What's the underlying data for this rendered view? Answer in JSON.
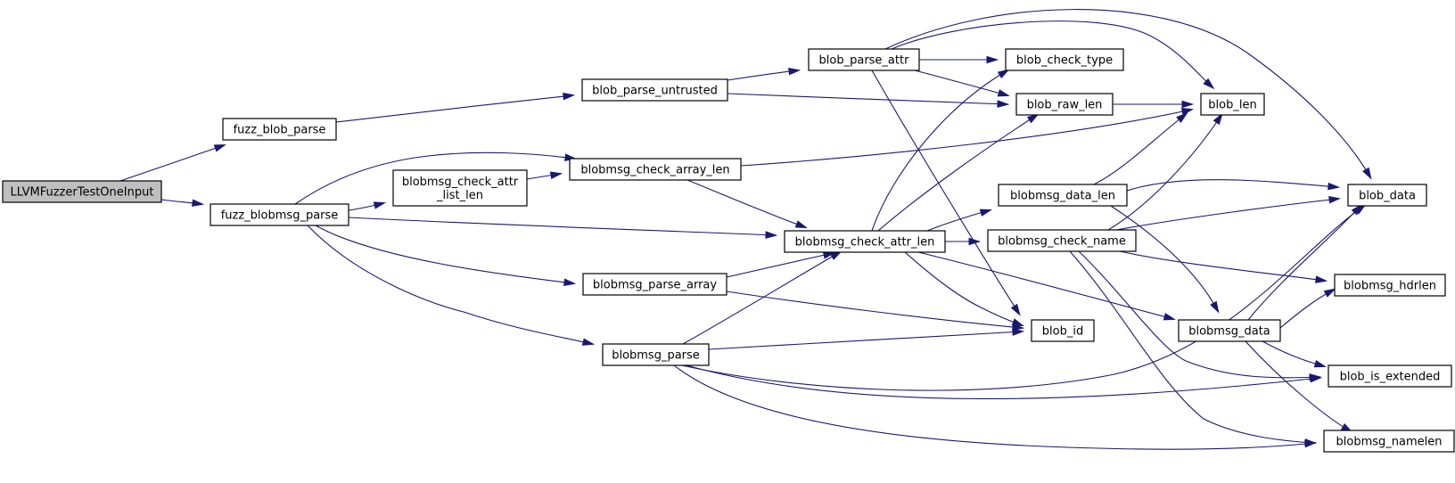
{
  "diagram": {
    "colors": {
      "edge": "#191970",
      "node_fill": "#ffffff",
      "root_fill": "#bfbfbf",
      "node_border": "#000000"
    },
    "nodes": [
      {
        "id": "llvm",
        "lines": [
          "LLVMFuzzerTestOneInput"
        ],
        "root": true
      },
      {
        "id": "fuzz_blob_parse",
        "lines": [
          "fuzz_blob_parse"
        ]
      },
      {
        "id": "fuzz_blobmsg_parse",
        "lines": [
          "fuzz_blobmsg_parse"
        ]
      },
      {
        "id": "blob_parse_untrusted",
        "lines": [
          "blob_parse_untrusted"
        ]
      },
      {
        "id": "blobmsg_check_attr_list_len",
        "lines": [
          "blobmsg_check_attr",
          "_list_len"
        ]
      },
      {
        "id": "blobmsg_check_array_len",
        "lines": [
          "blobmsg_check_array_len"
        ]
      },
      {
        "id": "blobmsg_parse_array",
        "lines": [
          "blobmsg_parse_array"
        ]
      },
      {
        "id": "blobmsg_parse",
        "lines": [
          "blobmsg_parse"
        ]
      },
      {
        "id": "blob_parse_attr",
        "lines": [
          "blob_parse_attr"
        ]
      },
      {
        "id": "blobmsg_check_attr_len",
        "lines": [
          "blobmsg_check_attr_len"
        ]
      },
      {
        "id": "blob_check_type",
        "lines": [
          "blob_check_type"
        ]
      },
      {
        "id": "blob_raw_len",
        "lines": [
          "blob_raw_len"
        ]
      },
      {
        "id": "blobmsg_data_len",
        "lines": [
          "blobmsg_data_len"
        ]
      },
      {
        "id": "blobmsg_check_name",
        "lines": [
          "blobmsg_check_name"
        ]
      },
      {
        "id": "blob_id",
        "lines": [
          "blob_id"
        ]
      },
      {
        "id": "blobmsg_data",
        "lines": [
          "blobmsg_data"
        ]
      },
      {
        "id": "blob_len",
        "lines": [
          "blob_len"
        ]
      },
      {
        "id": "blob_data",
        "lines": [
          "blob_data"
        ]
      },
      {
        "id": "blobmsg_hdrlen",
        "lines": [
          "blobmsg_hdrlen"
        ]
      },
      {
        "id": "blob_is_extended",
        "lines": [
          "blob_is_extended"
        ]
      },
      {
        "id": "blobmsg_namelen",
        "lines": [
          "blobmsg_namelen"
        ]
      }
    ],
    "edges": [
      {
        "id": "llvm-fbp",
        "from": "llvm",
        "to": "fuzz_blob_parse"
      },
      {
        "id": "llvm-fbmp",
        "from": "llvm",
        "to": "fuzz_blobmsg_parse"
      },
      {
        "id": "fbp-bpu",
        "from": "fuzz_blob_parse",
        "to": "blob_parse_untrusted"
      },
      {
        "id": "bpu-bpa",
        "from": "blob_parse_untrusted",
        "to": "blob_parse_attr"
      },
      {
        "id": "bpu-brl",
        "from": "blob_parse_untrusted",
        "to": "blob_raw_len"
      },
      {
        "id": "bpa-bct",
        "from": "blob_parse_attr",
        "to": "blob_check_type"
      },
      {
        "id": "bpa-brl",
        "from": "blob_parse_attr",
        "to": "blob_raw_len"
      },
      {
        "id": "bpa-bl",
        "from": "blob_parse_attr",
        "to": "blob_len"
      },
      {
        "id": "bpa-bd",
        "from": "blob_parse_attr",
        "to": "blob_data"
      },
      {
        "id": "bpa-bid",
        "from": "blob_parse_attr",
        "to": "blob_id"
      },
      {
        "id": "brl-bl",
        "from": "blob_raw_len",
        "to": "blob_len"
      },
      {
        "id": "fbmp-bcal",
        "from": "fuzz_blobmsg_parse",
        "to": "blobmsg_check_array_len"
      },
      {
        "id": "fbmp-bcall",
        "from": "fuzz_blobmsg_parse",
        "to": "blobmsg_check_attr_list_len"
      },
      {
        "id": "fbmp-bcatl",
        "from": "fuzz_blobmsg_parse",
        "to": "blobmsg_check_attr_len"
      },
      {
        "id": "fbmp-bmpa",
        "from": "fuzz_blobmsg_parse",
        "to": "blobmsg_parse_array"
      },
      {
        "id": "fbmp-bmp",
        "from": "fuzz_blobmsg_parse",
        "to": "blobmsg_parse"
      },
      {
        "id": "bcall-bcal",
        "from": "blobmsg_check_attr_list_len",
        "to": "blobmsg_check_array_len"
      },
      {
        "id": "bcal-bl",
        "from": "blobmsg_check_array_len",
        "to": "blob_len"
      },
      {
        "id": "bcal-bcatl",
        "from": "blobmsg_check_array_len",
        "to": "blobmsg_check_attr_len"
      },
      {
        "id": "bcatl-bct",
        "from": "blobmsg_check_attr_len",
        "to": "blob_check_type"
      },
      {
        "id": "bcatl-brl",
        "from": "blobmsg_check_attr_len",
        "to": "blob_raw_len"
      },
      {
        "id": "bcatl-bmdl",
        "from": "blobmsg_check_attr_len",
        "to": "blobmsg_data_len"
      },
      {
        "id": "bcatl-bmcn",
        "from": "blobmsg_check_attr_len",
        "to": "blobmsg_check_name"
      },
      {
        "id": "bcatl-bid",
        "from": "blobmsg_check_attr_len",
        "to": "blob_id"
      },
      {
        "id": "bcatl-bmd",
        "from": "blobmsg_check_attr_len",
        "to": "blobmsg_data"
      },
      {
        "id": "bmpa-bcatl",
        "from": "blobmsg_parse_array",
        "to": "blobmsg_check_attr_len"
      },
      {
        "id": "bmpa-bid",
        "from": "blobmsg_parse_array",
        "to": "blob_id"
      },
      {
        "id": "bmp-bcatl",
        "from": "blobmsg_parse",
        "to": "blobmsg_check_attr_len"
      },
      {
        "id": "bmp-bid",
        "from": "blobmsg_parse",
        "to": "blob_id"
      },
      {
        "id": "bmp-bd",
        "from": "blobmsg_parse",
        "to": "blob_data"
      },
      {
        "id": "bmp-bie",
        "from": "blobmsg_parse",
        "to": "blob_is_extended"
      },
      {
        "id": "bmp-bmnl",
        "from": "blobmsg_parse",
        "to": "blobmsg_namelen"
      },
      {
        "id": "bmdl-bl",
        "from": "blobmsg_data_len",
        "to": "blob_len"
      },
      {
        "id": "bmdl-bd",
        "from": "blobmsg_data_len",
        "to": "blob_data"
      },
      {
        "id": "bmdl-bmd",
        "from": "blobmsg_data_len",
        "to": "blobmsg_data"
      },
      {
        "id": "bmcn-bl",
        "from": "blobmsg_check_name",
        "to": "blob_len"
      },
      {
        "id": "bmcn-bd",
        "from": "blobmsg_check_name",
        "to": "blob_data"
      },
      {
        "id": "bmcn-bmhl",
        "from": "blobmsg_check_name",
        "to": "blobmsg_hdrlen"
      },
      {
        "id": "bmcn-bie",
        "from": "blobmsg_check_name",
        "to": "blob_is_extended"
      },
      {
        "id": "bmcn-bmnl",
        "from": "blobmsg_check_name",
        "to": "blobmsg_namelen"
      },
      {
        "id": "bmd-bd",
        "from": "blobmsg_data",
        "to": "blob_data"
      },
      {
        "id": "bmd-bmhl",
        "from": "blobmsg_data",
        "to": "blobmsg_hdrlen"
      },
      {
        "id": "bmd-bie",
        "from": "blobmsg_data",
        "to": "blob_is_extended"
      },
      {
        "id": "bmd-bmnl",
        "from": "blobmsg_data",
        "to": "blobmsg_namelen"
      }
    ]
  }
}
